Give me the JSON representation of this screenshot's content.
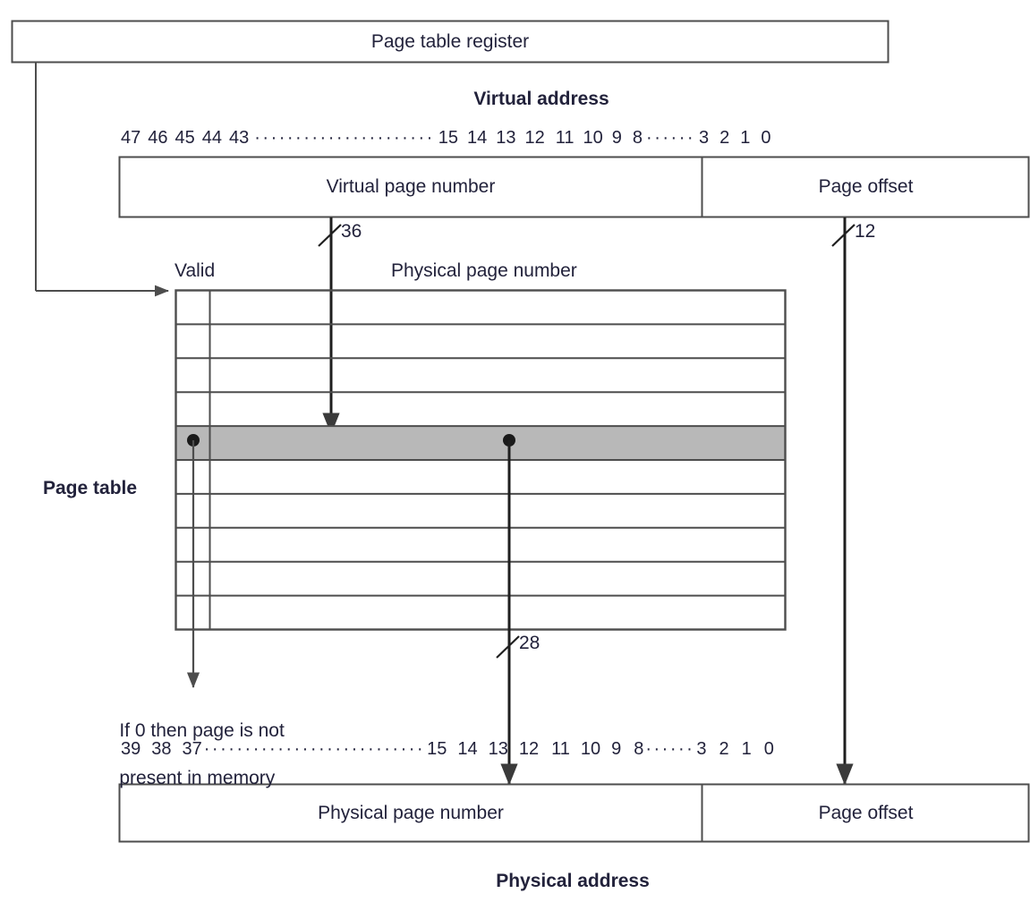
{
  "diagram": {
    "title_top": "Page table register",
    "virtual_address_title": "Virtual address",
    "physical_address_title": "Physical address",
    "page_table_label": "Page table",
    "valid_label": "Valid",
    "ppn_column_label": "Physical page number",
    "valid_note_line1": "If 0 then page is not",
    "valid_note_line2": "present in memory",
    "virtual_address": {
      "left_field_label": "Virtual page number",
      "right_field_label": "Page offset",
      "bits_high": [
        "47",
        "46",
        "45",
        "44",
        "43"
      ],
      "bits_ellipsis_1": "······················",
      "bits_mid": [
        "15",
        "14",
        "13",
        "12",
        "11",
        "10",
        "9",
        "8"
      ],
      "bits_ellipsis_2": "······",
      "bits_low": [
        "3",
        "2",
        "1",
        "0"
      ]
    },
    "physical_address": {
      "left_field_label": "Physical page number",
      "right_field_label": "Page offset",
      "bits_high": [
        "39",
        "38",
        "37"
      ],
      "bits_ellipsis_1": "···························",
      "bits_mid": [
        "15",
        "14",
        "13",
        "12",
        "11",
        "10",
        "9",
        "8"
      ],
      "bits_ellipsis_2": "······",
      "bits_low": [
        "3",
        "2",
        "1",
        "0"
      ]
    },
    "bus_widths": {
      "vpn_to_table": "36",
      "page_offset": "12",
      "ppn_out": "28"
    },
    "page_table": {
      "row_count": 10,
      "highlighted_row_index": 4,
      "valid_bit_marker": "●",
      "ppn_marker": "●"
    },
    "colors": {
      "line": "#4d4d4d",
      "highlight_row": "#b8b8b8",
      "text": "#22223b",
      "background": "#ffffff"
    }
  }
}
